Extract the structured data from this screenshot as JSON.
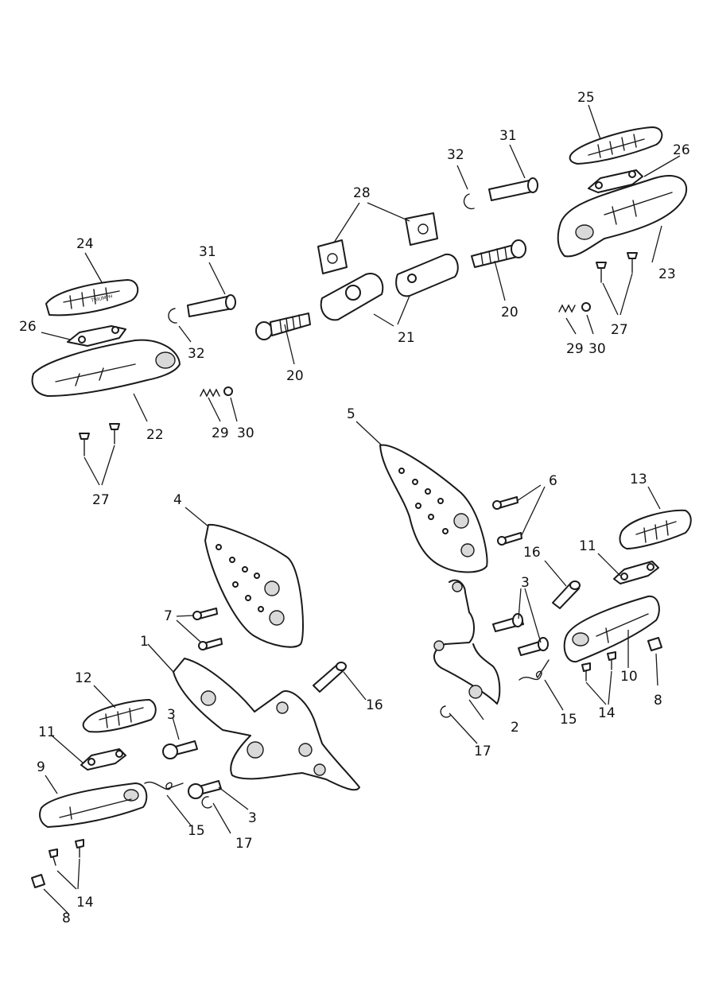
{
  "diagram": {
    "callout_labels": {
      "c1": "1",
      "c2": "2",
      "c3a": "3",
      "c3b": "3",
      "c3c": "3",
      "c4": "4",
      "c5": "5",
      "c6": "6",
      "c7": "7",
      "c8a": "8",
      "c8b": "8",
      "c9": "9",
      "c10": "10",
      "c11a": "11",
      "c11b": "11",
      "c12": "12",
      "c13": "13",
      "c14a": "14",
      "c14b": "14",
      "c15a": "15",
      "c15b": "15",
      "c16a": "16",
      "c16b": "16",
      "c17a": "17",
      "c17b": "17",
      "c20a": "20",
      "c20b": "20",
      "c21": "21",
      "c22": "22",
      "c23": "23",
      "c24": "24",
      "c25": "25",
      "c26a": "26",
      "c26b": "26",
      "c27a": "27",
      "c27b": "27",
      "c28": "28",
      "c29a": "29",
      "c29b": "29",
      "c30a": "30",
      "c30b": "30",
      "c31a": "31",
      "c31b": "31",
      "c32a": "32",
      "c32b": "32"
    },
    "brand_marking": "TRIUMPH",
    "line_color": "#1a1a1a",
    "background_color": "#ffffff"
  }
}
